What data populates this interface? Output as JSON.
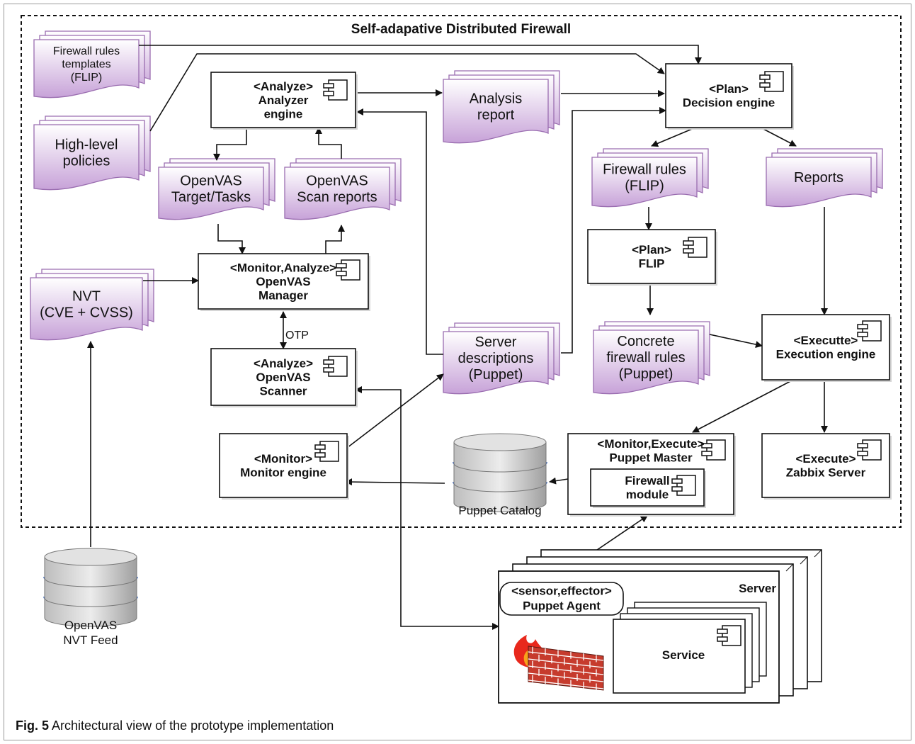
{
  "title": "Self-adapative Distributed Firewall",
  "caption": {
    "label": "Fig. 5",
    "text": "Architectural view of the prototype implementation"
  },
  "docs": {
    "fw_templates": [
      "Firewall rules",
      "templates",
      "(FLIP)"
    ],
    "policies": [
      "High-level",
      "policies"
    ],
    "analysis_report": [
      "Analysis",
      "report"
    ],
    "target_tasks": [
      "OpenVAS",
      "Target/Tasks"
    ],
    "scan_reports": [
      "OpenVAS",
      "Scan reports"
    ],
    "nvt": [
      "NVT",
      "(CVE + CVSS)"
    ],
    "server_desc": [
      "Server",
      "descriptions",
      "(Puppet)"
    ],
    "fw_rules": [
      "Firewall rules",
      "(FLIP)"
    ],
    "reports": [
      "Reports"
    ],
    "concrete": [
      "Concrete",
      "firewall rules",
      "(Puppet)"
    ]
  },
  "components": {
    "analyzer": [
      "<Analyze>",
      "Analyzer",
      "engine"
    ],
    "decision": [
      "<Plan>",
      "Decision engine"
    ],
    "manager": [
      "<Monitor,Analyze>",
      "OpenVAS",
      "Manager"
    ],
    "scanner": [
      "<Analyze>",
      "OpenVAS",
      "Scanner"
    ],
    "flip": [
      "<Plan>",
      "FLIP"
    ],
    "execution": [
      "<Executte>",
      "Execution engine"
    ],
    "monitor": [
      "<Monitor>",
      "Monitor engine"
    ],
    "puppet_master": [
      "<Monitor,Execute>",
      "Puppet Master"
    ],
    "fw_module": [
      "Firewall",
      "module"
    ],
    "zabbix": [
      "<Execute>",
      "Zabbix Server"
    ],
    "puppet_agent": [
      "<sensor,effector>",
      "Puppet Agent"
    ],
    "service": [
      "Service"
    ],
    "server": [
      "Server"
    ]
  },
  "databases": {
    "puppet_catalog": [
      "Puppet Catalog"
    ],
    "nvt_feed": [
      "OpenVAS",
      "NVT Feed"
    ]
  },
  "edge_labels": {
    "otp": "OTP"
  },
  "colors": {
    "doc_fill": "#c9a0d6",
    "doc_stroke": "#8a5aa0",
    "db_band": "#5b7fc4"
  }
}
